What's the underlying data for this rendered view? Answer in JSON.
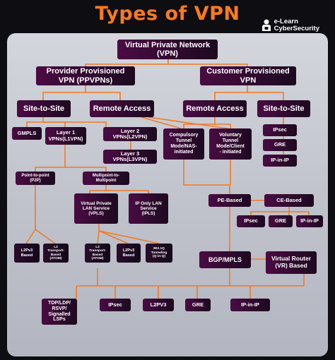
{
  "header": {
    "title": "Types of VPN",
    "brand_line1": "e-Learn",
    "brand_line2": "CyberSecurity",
    "brand_icon": "person-icon"
  },
  "colors": {
    "title": "#ff7a1a",
    "connector": "#f07a24",
    "node_start": "#4a0b43",
    "node_end": "#1c0a20",
    "panel": "#c7c9d1",
    "background": "#0d0d12"
  },
  "nodes": {
    "vpn": "Virtual Private Network\n(VPN)",
    "ppvpn": "Provider Provisioned\nVPN (PPVPNs)",
    "cpvpn": "Customer Provisioned\nVPN",
    "s2s_left": "Site-to-Site",
    "remote_left": "Remote Access",
    "remote_right": "Remote Access",
    "s2s_right": "Site-to-Site",
    "gmpls": "GMPLS",
    "l1vpn": "Layer 1\nVPNs(L1VPN)",
    "l2vpn": "Layer 2\nVPNs(L2VPN)",
    "l3vpn": "Layer 3\nVPNs(L3VPN)",
    "compulsory": "Compulsory\nTunnel\nMode/NAS-\ninitiated",
    "voluntary": "Voluntary\nTunnel\nMode/Client\n- initiated",
    "ipsec_r": "IPsec",
    "gre_r": "GRE",
    "ipinip_r": "IP-in-IP",
    "p2p": "Point-to-point\n(P2P)",
    "multipoint": "Multipoint-to-\nMultipoint",
    "vpls": "Virtual Private\nLAN Service\n(VPLS)",
    "ipls": "IP Only LAN\nService\n(IPLS)",
    "pe_based": "PE-Based",
    "ce_based": "CE-Based",
    "ipsec_ce": "IPsec",
    "gre_ce": "GRE",
    "ipinip_ce": "IP-in-IP",
    "l2pv3_left": "L2Pv3\nBased",
    "l2tb_left": "L2\nTransport-\nBased\n(ATOM)",
    "l2tb_mid": "L2\nTransport-\nBased\n(ATOM)",
    "l2pv3_mid": "L2Pv3\nBased",
    "q_in_q": "802.1Q\nTunneling\n(Q-in-Q)",
    "bgp_mpls": "BGP/MPLS",
    "vr_based": "Virtual Router\n(VR) Based",
    "tdp": "TDP/LDP/\nRSVP/\nSignalled\nLSPs",
    "ipsec_b": "IPsec",
    "l2pv3_b": "L2PV3",
    "gre_b": "GRE",
    "ipinip_b": "IP-in-IP"
  }
}
